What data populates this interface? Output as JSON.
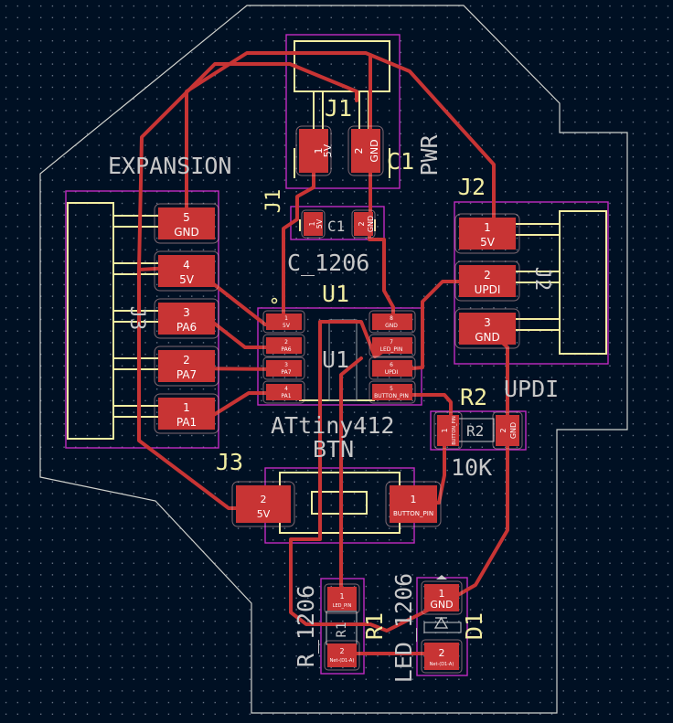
{
  "labels": {
    "expansion": "EXPANSION",
    "j1": "J1",
    "c1": "C1",
    "pwr": "PWR",
    "j1_side": "J1",
    "c1_inner": "C1",
    "c_1206": "C_1206",
    "u1_top": "U1",
    "u1_inner": "U1",
    "j2": "J2",
    "j2_side": "J2",
    "j3_side": "J3",
    "updi": "UPDI",
    "r2": "R2",
    "r2_inner": "R2",
    "r2_value": "10K",
    "attiny": "ATtiny412",
    "btn": "BTN",
    "j3": "J3",
    "r_1206": "R_1206",
    "r1_inner": "R1",
    "r1": "R1",
    "led_1206": "LED_1206",
    "d1": "D1"
  },
  "pads": {
    "j1_1": {
      "num": "1",
      "net": "5V"
    },
    "j1_2": {
      "num": "2",
      "net": "GND"
    },
    "c1_1": {
      "num": "1",
      "net": "5V"
    },
    "c1_2": {
      "num": "2",
      "net": "GND"
    },
    "j3_5": {
      "num": "5",
      "net": "GND"
    },
    "j3_4": {
      "num": "4",
      "net": "5V"
    },
    "j3_3": {
      "num": "3",
      "net": "PA6"
    },
    "j3_2": {
      "num": "2",
      "net": "PA7"
    },
    "j3_1": {
      "num": "1",
      "net": "PA1"
    },
    "j2_1": {
      "num": "1",
      "net": "5V"
    },
    "j2_2": {
      "num": "2",
      "net": "UPDI"
    },
    "j2_3": {
      "num": "3",
      "net": "GND"
    },
    "u1_1": {
      "num": "1",
      "net": "5V"
    },
    "u1_2": {
      "num": "2",
      "net": "PA6"
    },
    "u1_3": {
      "num": "3",
      "net": "PA7"
    },
    "u1_4": {
      "num": "4",
      "net": "PA1"
    },
    "u1_8": {
      "num": "8",
      "net": "GND"
    },
    "u1_7": {
      "num": "7",
      "net": "LED_PIN"
    },
    "u1_6": {
      "num": "6",
      "net": "UPDI"
    },
    "u1_5": {
      "num": "5",
      "net": "BUTTON_PIN"
    },
    "r2_1": {
      "num": "1",
      "net": "BUTTON_PIN"
    },
    "r2_2": {
      "num": "2",
      "net": "GND"
    },
    "btn_2": {
      "num": "2",
      "net": "5V"
    },
    "btn_1": {
      "num": "1",
      "net": "BUTTON_PIN"
    },
    "r1_1": {
      "num": "1",
      "net": "LED_PIN"
    },
    "r1_2": {
      "num": "2",
      "net": "Net-(D1-A)"
    },
    "d1_1": {
      "num": "1",
      "net": "GND"
    },
    "d1_2": {
      "num": "2",
      "net": "Net-(D1-A)"
    }
  },
  "colors": {
    "background": "#001023",
    "copper": "#c83434",
    "silkscreen": "#f2eda1",
    "courtyard": "#c12bc1",
    "edge_cuts": "#d0d2cd",
    "grid_dot": "#8a94a6"
  }
}
